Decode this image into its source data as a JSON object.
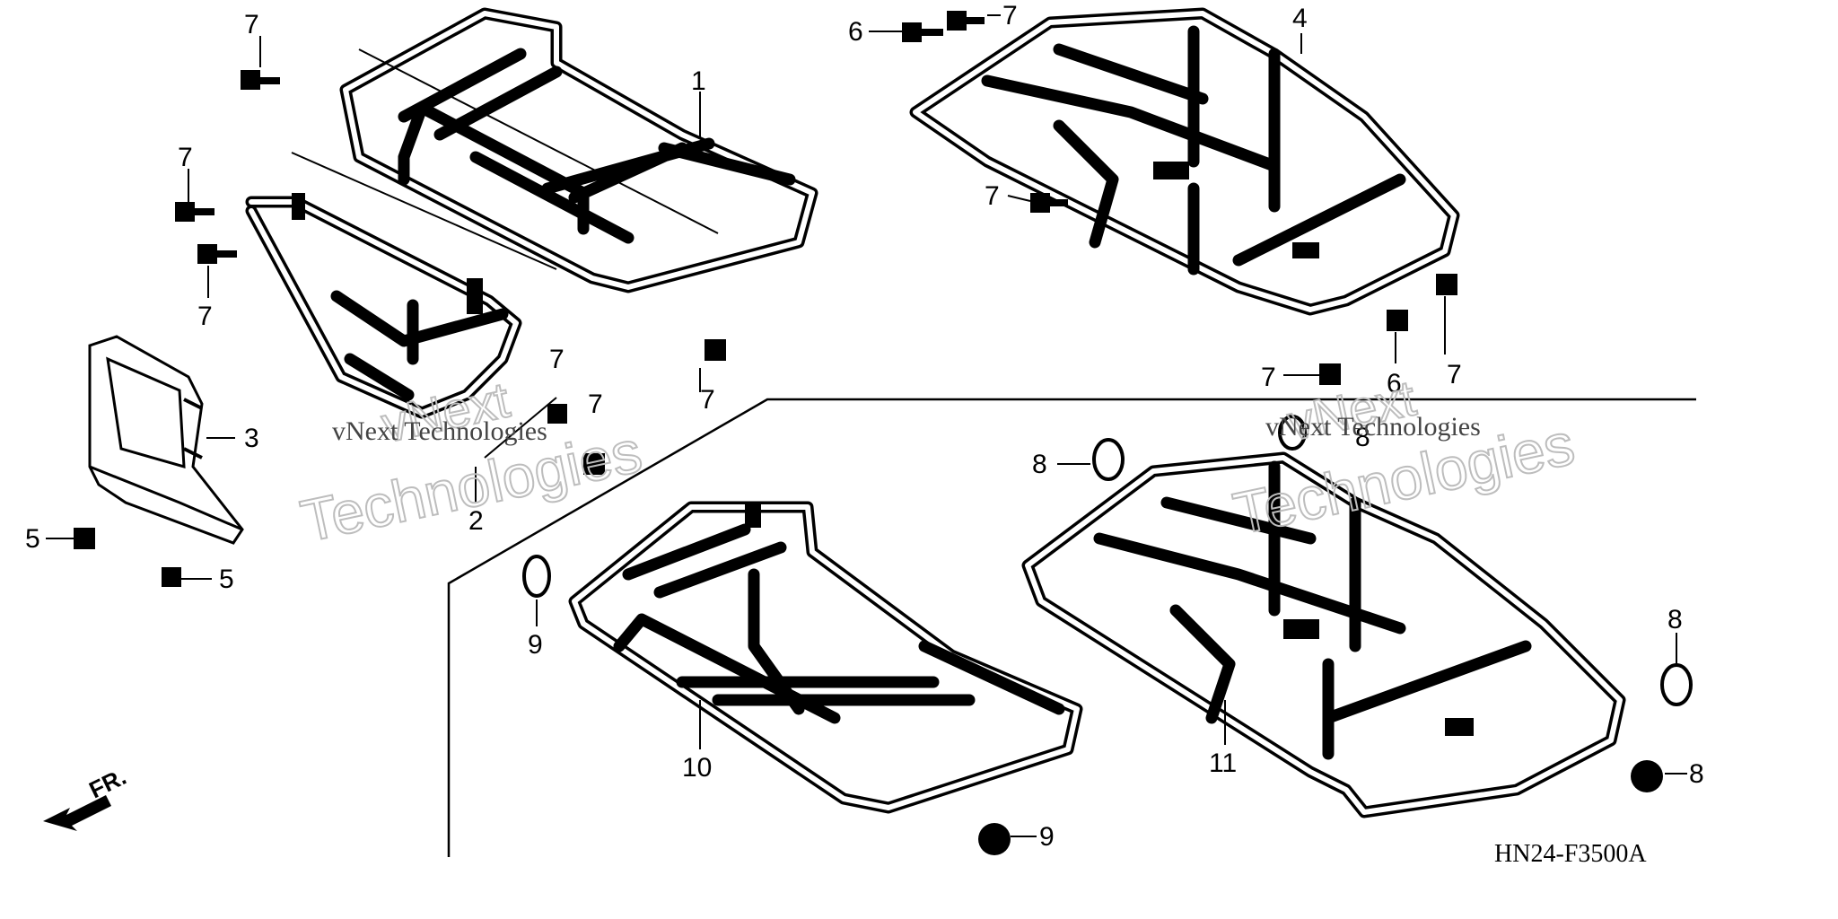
{
  "diagram": {
    "callouts": [
      "1",
      "2",
      "3",
      "4",
      "5",
      "5",
      "6",
      "6",
      "7",
      "7",
      "7",
      "7",
      "7",
      "7",
      "7",
      "7",
      "7",
      "7",
      "8",
      "8",
      "8",
      "8",
      "9",
      "9",
      "10",
      "11"
    ],
    "part_code": "HN24-F3500A",
    "direction_label": "FR.",
    "watermark": {
      "brand_line1": "vNext",
      "brand_line2": "Technologies",
      "caption": "vNext Technologies"
    }
  }
}
